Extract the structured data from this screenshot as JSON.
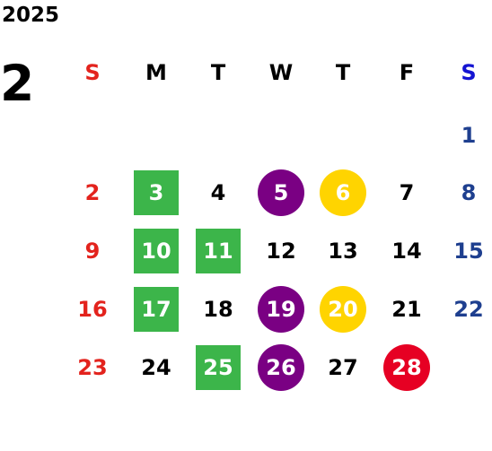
{
  "calendar": {
    "year": "2025",
    "month": "2",
    "weekdays": [
      {
        "label": "S",
        "color": "#e3231d"
      },
      {
        "label": "M",
        "color": "#000000"
      },
      {
        "label": "T",
        "color": "#000000"
      },
      {
        "label": "W",
        "color": "#000000"
      },
      {
        "label": "T",
        "color": "#000000"
      },
      {
        "label": "F",
        "color": "#000000"
      },
      {
        "label": "S",
        "color": "#1414d2"
      }
    ],
    "first_weekday_index": 6,
    "day_count": 28,
    "colors": {
      "sunday_text": "#e3231d",
      "saturday_text": "#1e3f8f",
      "weekday_text": "#000000",
      "green_mark": "#3cb54a",
      "purple_mark": "#7a0083",
      "yellow_mark": "#ffd400",
      "red_mark": "#e60023"
    },
    "marked_days": [
      {
        "day": 3,
        "mark": "square",
        "color": "#3cb54a"
      },
      {
        "day": 5,
        "mark": "circle",
        "color": "#7a0083"
      },
      {
        "day": 6,
        "mark": "circle",
        "color": "#ffd400"
      },
      {
        "day": 10,
        "mark": "square",
        "color": "#3cb54a"
      },
      {
        "day": 11,
        "mark": "square",
        "color": "#3cb54a"
      },
      {
        "day": 17,
        "mark": "square",
        "color": "#3cb54a"
      },
      {
        "day": 19,
        "mark": "circle",
        "color": "#7a0083"
      },
      {
        "day": 20,
        "mark": "circle",
        "color": "#ffd400"
      },
      {
        "day": 25,
        "mark": "square",
        "color": "#3cb54a"
      },
      {
        "day": 26,
        "mark": "circle",
        "color": "#7a0083"
      },
      {
        "day": 28,
        "mark": "circle",
        "color": "#e60023"
      }
    ]
  }
}
